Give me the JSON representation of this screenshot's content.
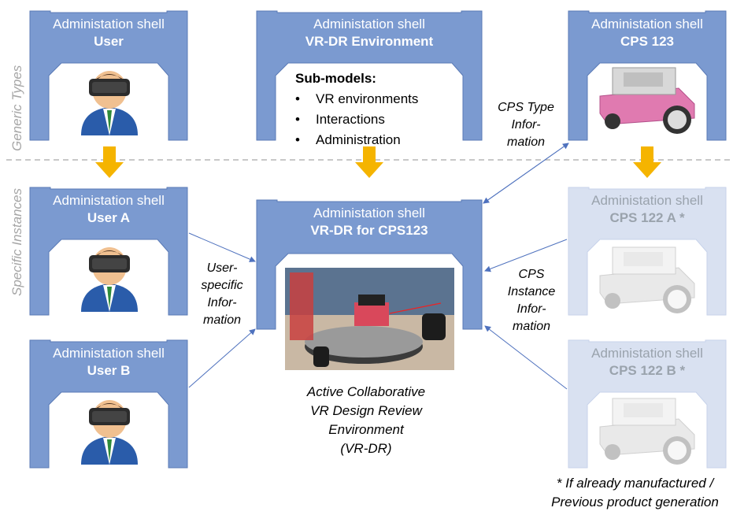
{
  "side_labels": {
    "generic": "Generic Types",
    "specific": "Specific Instances"
  },
  "shells": {
    "user": {
      "line1": "Administation shell",
      "line2": "User"
    },
    "vrdr_env": {
      "line1": "Administation shell",
      "line2": "VR-DR Environment"
    },
    "cps123": {
      "line1": "Administation shell",
      "line2": "CPS 123"
    },
    "user_a": {
      "line1": "Administation shell",
      "line2": "User A"
    },
    "vrdr_cps": {
      "line1": "Administation shell",
      "line2": "VR-DR for CPS123"
    },
    "cps122a": {
      "line1": "Administation shell",
      "line2": "CPS 122 A *"
    },
    "user_b": {
      "line1": "Administation shell",
      "line2": "User B"
    },
    "cps122b": {
      "line1": "Administation shell",
      "line2": "CPS 122 B *"
    }
  },
  "submodels": {
    "header": "Sub-models:",
    "bullet": "•",
    "items": [
      "VR environments",
      "Interactions",
      "Administration"
    ]
  },
  "notes": {
    "cps_type": [
      "CPS Type",
      "Infor-",
      "mation"
    ],
    "user_specific": [
      "User-",
      "specific",
      "Infor-",
      "mation"
    ],
    "cps_instance": [
      "CPS",
      "Instance",
      "Infor-",
      "mation"
    ]
  },
  "caption": [
    "Active Collaborative",
    "VR Design Review",
    "Environment",
    "(VR-DR)"
  ],
  "footnote": [
    "* If already manufactured /",
    "Previous product generation"
  ],
  "colors": {
    "shell": "#7b9ad0",
    "shell_stroke": "#5a7ab6",
    "shell_faded": "#d9e1f1",
    "shell_faded_stroke": "#c7d2ea",
    "arrow_down": "#f5b400",
    "connector": "#4f72be",
    "divider": "#a6a6a6"
  },
  "icons": [
    "user-vr-avatar-icon",
    "robot-cps-icon",
    "vr-scene-image"
  ]
}
